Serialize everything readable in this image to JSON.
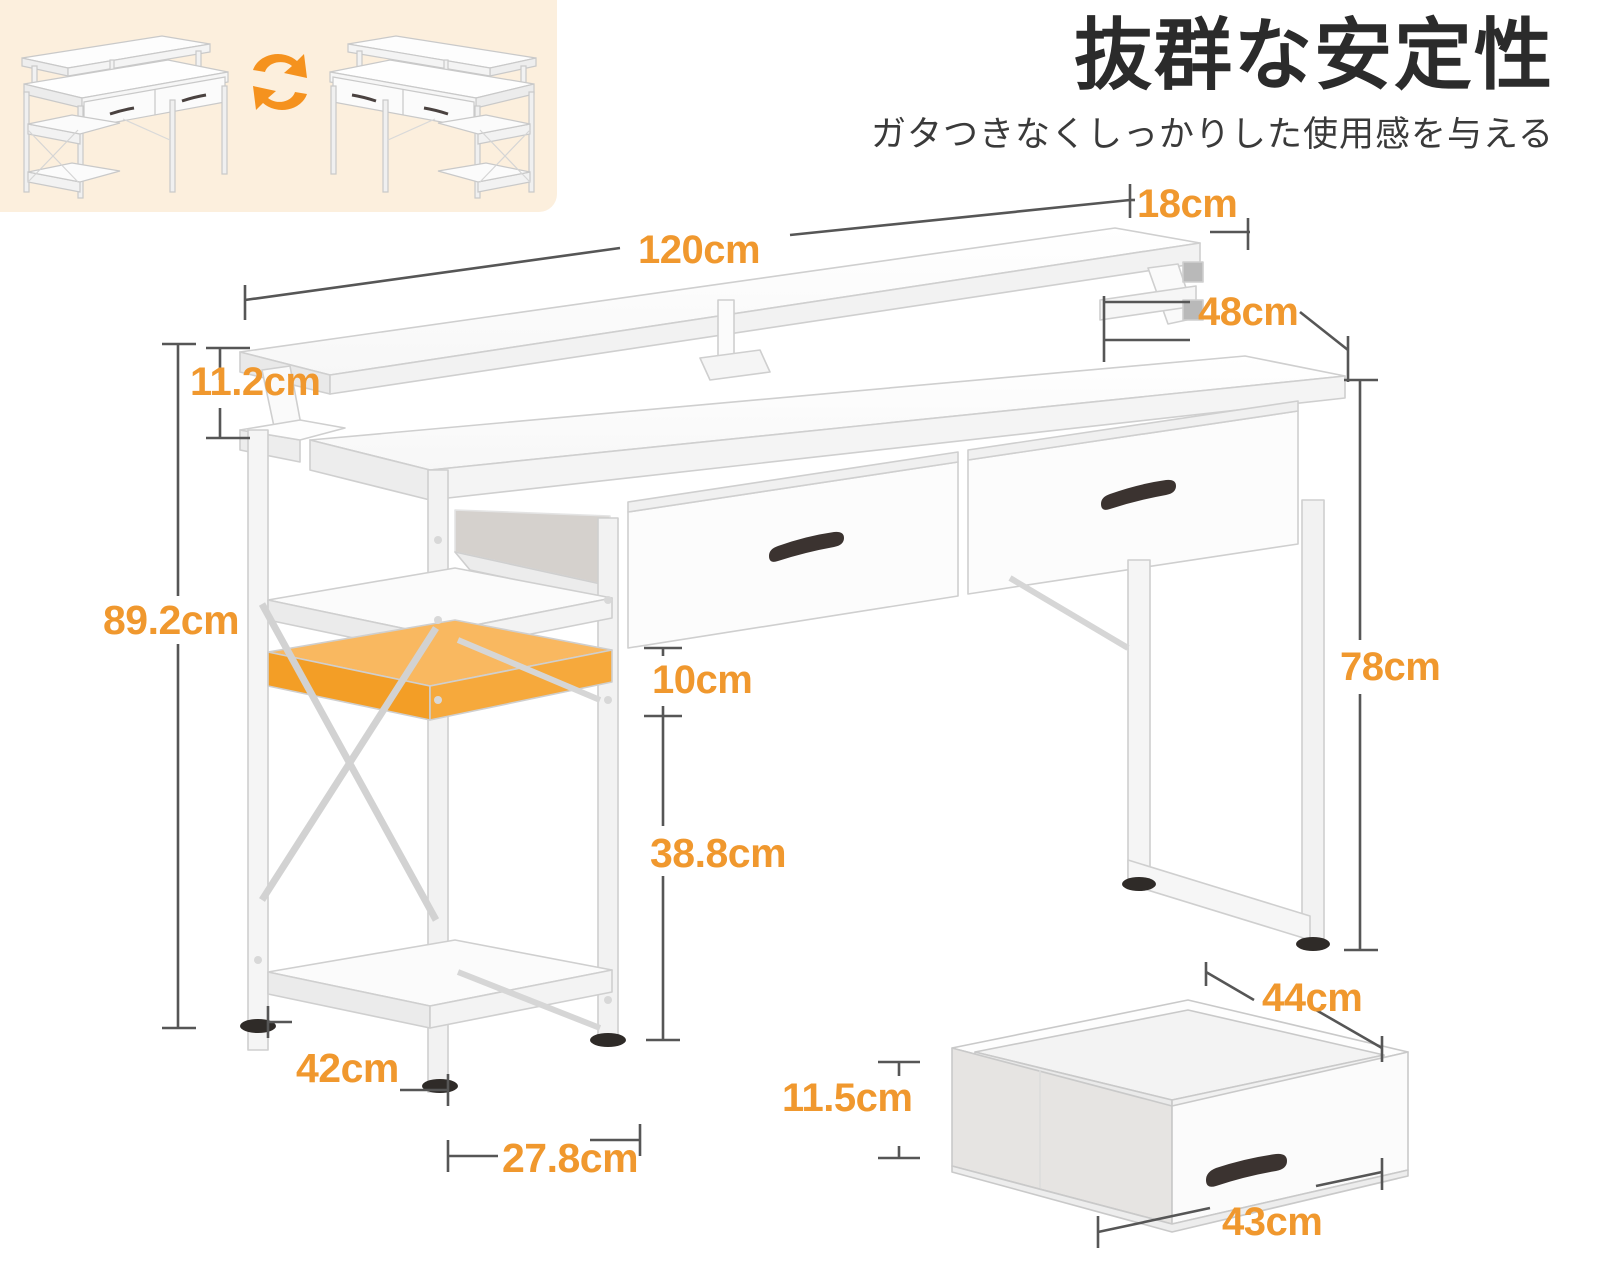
{
  "headline": {
    "title": "抜群な安定性",
    "subtitle": "ガタつきなくしっかりした使用感を与える"
  },
  "reversible_panel": {
    "icon": "swap-rotate-icon",
    "background_color": "#FCEFDD",
    "left_desk_label": "",
    "right_desk_label": ""
  },
  "colors": {
    "accent_orange": "#F0982E",
    "icon_orange": "#F5921E",
    "panel_cream": "#FCEFDD",
    "highlight_shelf": "#F7AE4A",
    "dim_line": "#565656",
    "handle_dark": "#3b3330"
  },
  "dimensions": {
    "desktop_width": "120cm",
    "monitor_shelf_depth": "18cm",
    "desktop_depth": "48cm",
    "monitor_shelf_height": "11.2cm",
    "total_height": "89.2cm",
    "desk_height": "78cm",
    "shelf_gap": "10cm",
    "lower_clearance": "38.8cm",
    "shelf_width": "42cm",
    "foot_depth": "27.8cm",
    "drawer_depth": "44cm",
    "drawer_height": "11.5cm",
    "drawer_width": "43cm"
  },
  "product": {
    "drawer_count": 2,
    "handle_style": "bar-handle",
    "shelf_count": 2,
    "highlight_note": "storage-shelf"
  }
}
